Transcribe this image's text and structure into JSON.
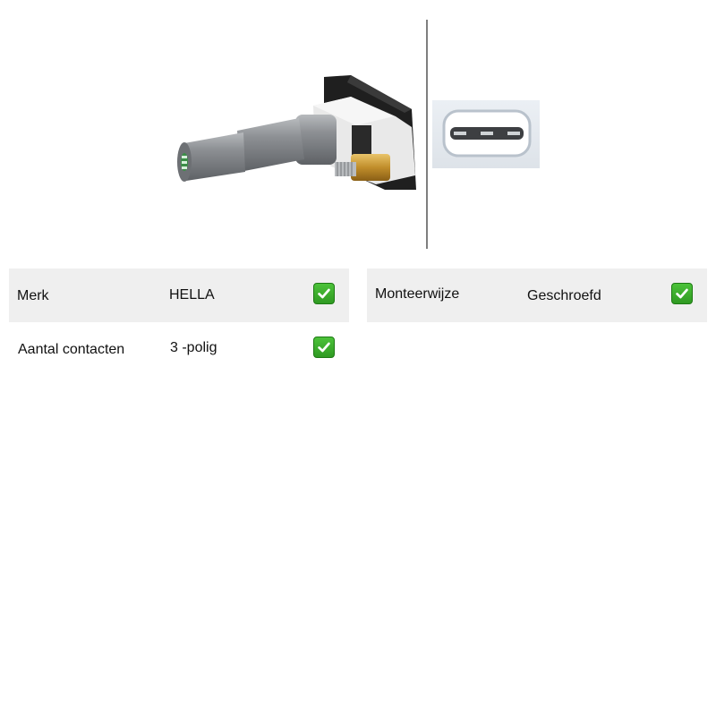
{
  "specs": {
    "rows": [
      {
        "label": "Merk",
        "value": "HELLA",
        "icon": "check-icon"
      },
      {
        "label": "Monteerwijze",
        "value": "Geschroefd",
        "icon": "check-icon"
      },
      {
        "label": "Aantal contacten",
        "value": "3 -polig",
        "icon": "check-icon"
      }
    ]
  },
  "colors": {
    "row_shade": "#efefef",
    "check_green": "#3bb02c",
    "sensor_gray": "#8a8d90",
    "brass": "#c9962e",
    "housing_black": "#1e1e1e"
  }
}
